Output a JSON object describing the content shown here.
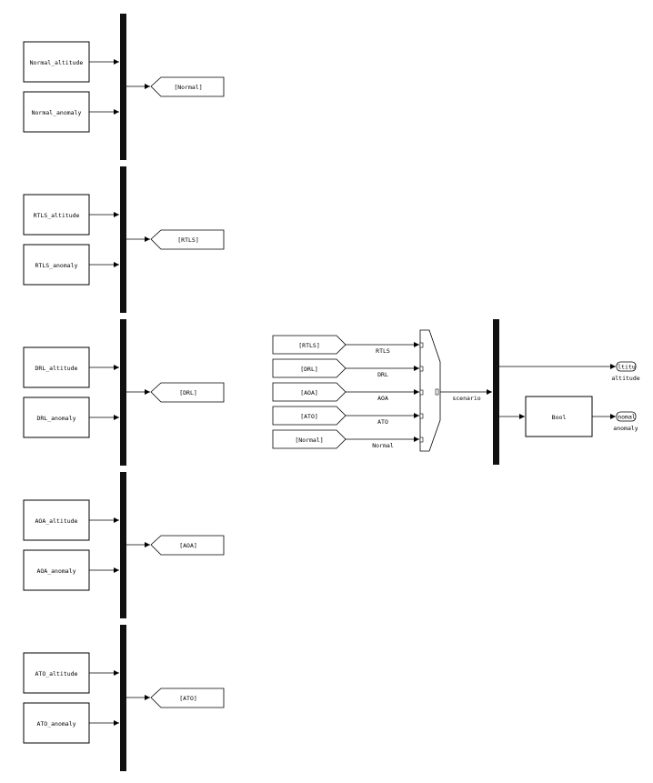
{
  "groups": [
    {
      "altitude_block": "Normal_altitude",
      "anomaly_block": "Normal_anomaly",
      "goto_tag": "[Normal]"
    },
    {
      "altitude_block": "RTLS_altitude",
      "anomaly_block": "RTLS_anomaly",
      "goto_tag": "[RTLS]"
    },
    {
      "altitude_block": "DRL_altitude",
      "anomaly_block": "DRL_anomaly",
      "goto_tag": "[DRL]"
    },
    {
      "altitude_block": "AOA_altitude",
      "anomaly_block": "AOA_anomaly",
      "goto_tag": "[AOA]"
    },
    {
      "altitude_block": "ATO_altitude",
      "anomaly_block": "ATO_anomaly",
      "goto_tag": "[ATO]"
    }
  ],
  "selector": {
    "inputs": [
      {
        "from_tag": "[RTLS]",
        "signal_label": "RTLS"
      },
      {
        "from_tag": "[DRL]",
        "signal_label": "DRL"
      },
      {
        "from_tag": "[AOA]",
        "signal_label": "AOA"
      },
      {
        "from_tag": "[ATO]",
        "signal_label": "ATO"
      },
      {
        "from_tag": "[Normal]",
        "signal_label": "Normal"
      }
    ],
    "output_label": "scenario"
  },
  "bool_block": "Bool",
  "outports": [
    {
      "port_text": "ltitu",
      "label": "altitude"
    },
    {
      "port_text": "nomal",
      "label": "anomaly"
    }
  ]
}
